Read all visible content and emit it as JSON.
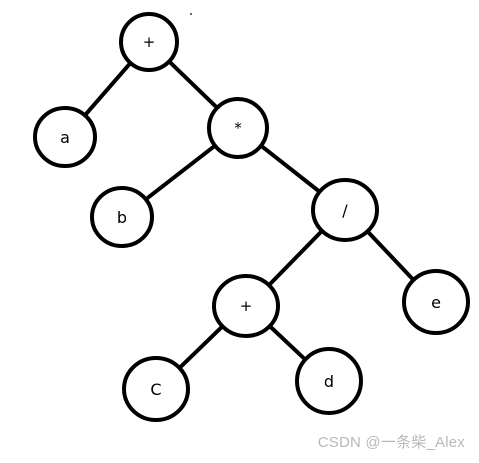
{
  "tree": {
    "nodes": [
      {
        "id": "root-plus",
        "label": "+"
      },
      {
        "id": "a",
        "label": "a"
      },
      {
        "id": "times",
        "label": "*"
      },
      {
        "id": "b",
        "label": "b"
      },
      {
        "id": "divide",
        "label": "/"
      },
      {
        "id": "inner-plus",
        "label": "+"
      },
      {
        "id": "e",
        "label": "e"
      },
      {
        "id": "c",
        "label": "C"
      },
      {
        "id": "d",
        "label": "d"
      }
    ],
    "edges": [
      {
        "from": "root-plus",
        "to": "a"
      },
      {
        "from": "root-plus",
        "to": "times"
      },
      {
        "from": "times",
        "to": "b"
      },
      {
        "from": "times",
        "to": "divide"
      },
      {
        "from": "divide",
        "to": "inner-plus"
      },
      {
        "from": "divide",
        "to": "e"
      },
      {
        "from": "inner-plus",
        "to": "c"
      },
      {
        "from": "inner-plus",
        "to": "d"
      }
    ]
  },
  "watermark": "CSDN @一条柴_Alex"
}
